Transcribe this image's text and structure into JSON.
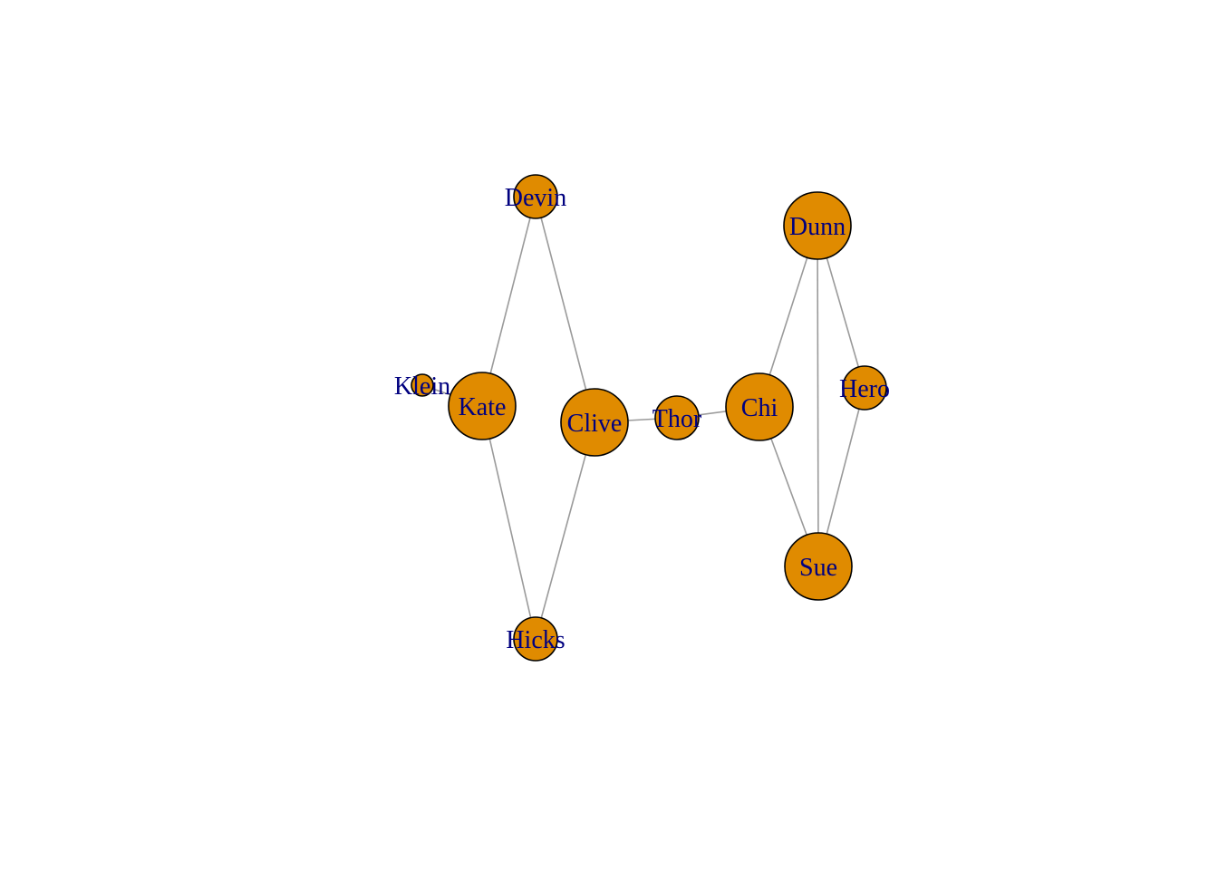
{
  "colors": {
    "node_fill": "#E08B00",
    "node_stroke": "#000000",
    "edge": "#9A9A9A",
    "label": "#00007F",
    "background": "#FFFFFF"
  },
  "nodes": [
    {
      "id": "Devin",
      "label": "Devin",
      "size": 2
    },
    {
      "id": "Dunn",
      "label": "Dunn",
      "size": 3
    },
    {
      "id": "Klein",
      "label": "Klein",
      "size": 1
    },
    {
      "id": "Kate",
      "label": "Kate",
      "size": 3
    },
    {
      "id": "Clive",
      "label": "Clive",
      "size": 3
    },
    {
      "id": "Thor",
      "label": "Thor",
      "size": 2
    },
    {
      "id": "Chi",
      "label": "Chi",
      "size": 3
    },
    {
      "id": "Hero",
      "label": "Hero",
      "size": 2
    },
    {
      "id": "Sue",
      "label": "Sue",
      "size": 3
    },
    {
      "id": "Hicks",
      "label": "Hicks",
      "size": 2
    }
  ],
  "edges": [
    [
      "Devin",
      "Kate"
    ],
    [
      "Devin",
      "Clive"
    ],
    [
      "Klein",
      "Kate"
    ],
    [
      "Kate",
      "Hicks"
    ],
    [
      "Clive",
      "Hicks"
    ],
    [
      "Clive",
      "Thor"
    ],
    [
      "Thor",
      "Chi"
    ],
    [
      "Chi",
      "Dunn"
    ],
    [
      "Chi",
      "Sue"
    ],
    [
      "Dunn",
      "Sue"
    ],
    [
      "Dunn",
      "Hero"
    ],
    [
      "Hero",
      "Sue"
    ]
  ]
}
